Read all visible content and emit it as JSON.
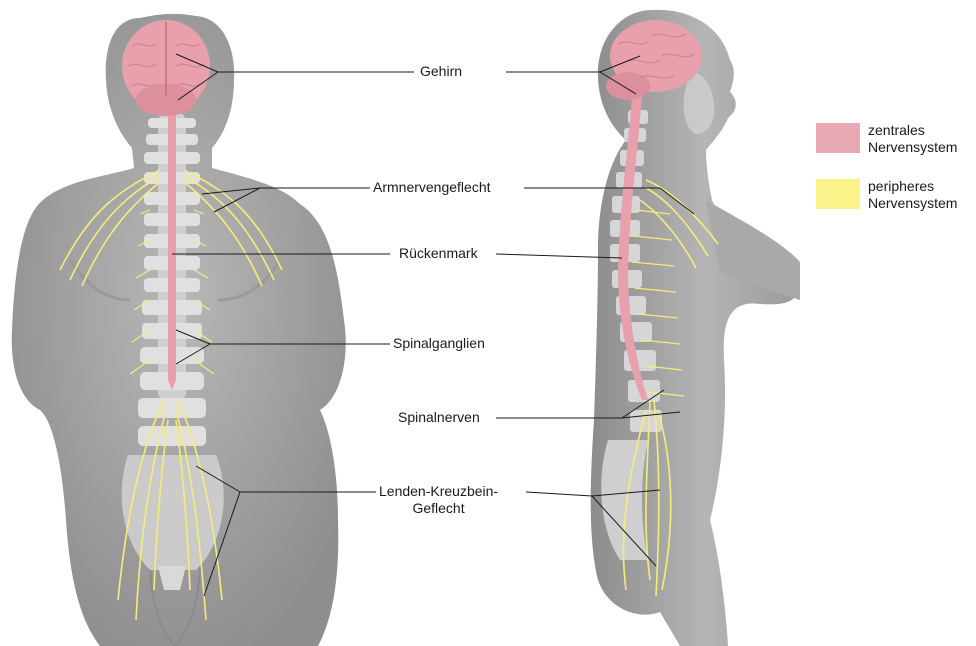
{
  "labels": {
    "gehirn": "Gehirn",
    "armnervengeflecht": "Armnervengeflecht",
    "rueckenmark": "Rückenmark",
    "spinalganglien": "Spinalganglien",
    "spinalnerven": "Spinalnerven",
    "lenden_line1": "Lenden-Kreuzbein-",
    "lenden_line2": "Geflecht"
  },
  "legend": {
    "zns": {
      "line1": "zentrales",
      "line2": "Nervensystem",
      "color": "#e8a9b4"
    },
    "pns": {
      "line1": "peripheres",
      "line2": "Nervensystem",
      "color": "#fbf38a"
    }
  },
  "colors": {
    "body": "#a9a9a9",
    "body_shadow": "#8f8f8f",
    "bone": "#d9d9d9",
    "brain": "#e8a0ad",
    "nerve": "#f7ec7a",
    "leader": "#1a1a1a"
  }
}
